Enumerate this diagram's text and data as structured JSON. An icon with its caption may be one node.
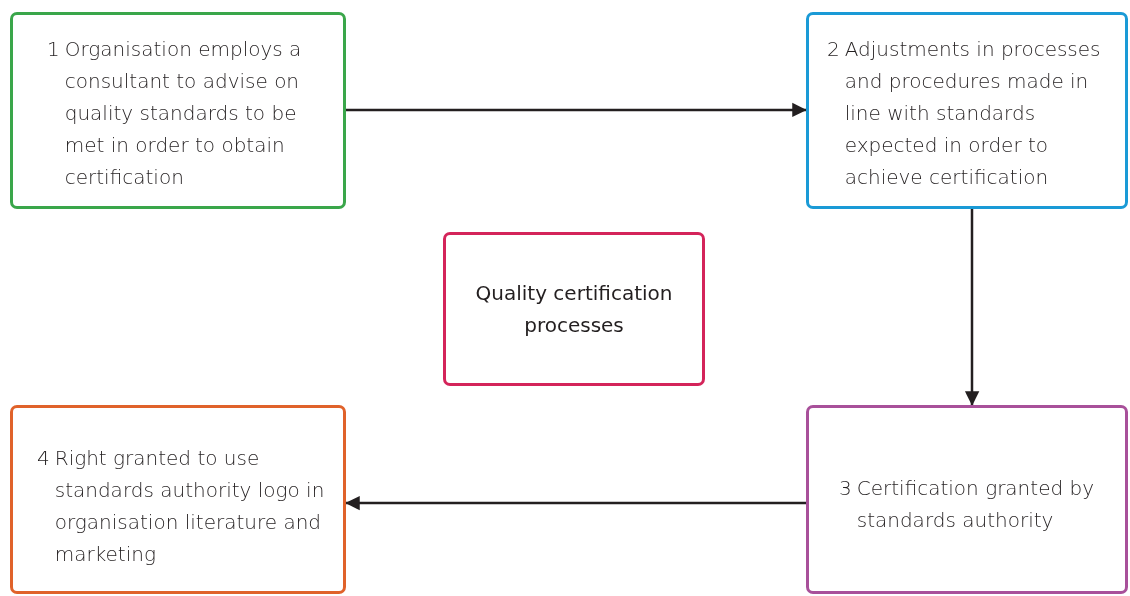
{
  "diagram": {
    "nodes": [
      {
        "text": [
          "1",
          "Organisation employs a consultant to advise on quality standards to be met in order to obtain certification"
        ]
      },
      {
        "text": [
          "2",
          "Adjustments in processes and procedures made in line with standards expected in order to achieve certification"
        ]
      },
      {
        "text": [
          "Quality certification processes"
        ]
      },
      {
        "text": [
          "3",
          "Certification granted by standards authority"
        ]
      },
      {
        "text": [
          "4",
          "Right granted to use standards authority logo in organisation literature and marketing"
        ]
      }
    ],
    "edges": [
      {
        "from": 0,
        "to": 1,
        "arrow": "to"
      },
      {
        "from": 1,
        "to": 3,
        "arrow": "to"
      },
      {
        "from": 3,
        "to": 4,
        "arrow": "to"
      }
    ]
  }
}
